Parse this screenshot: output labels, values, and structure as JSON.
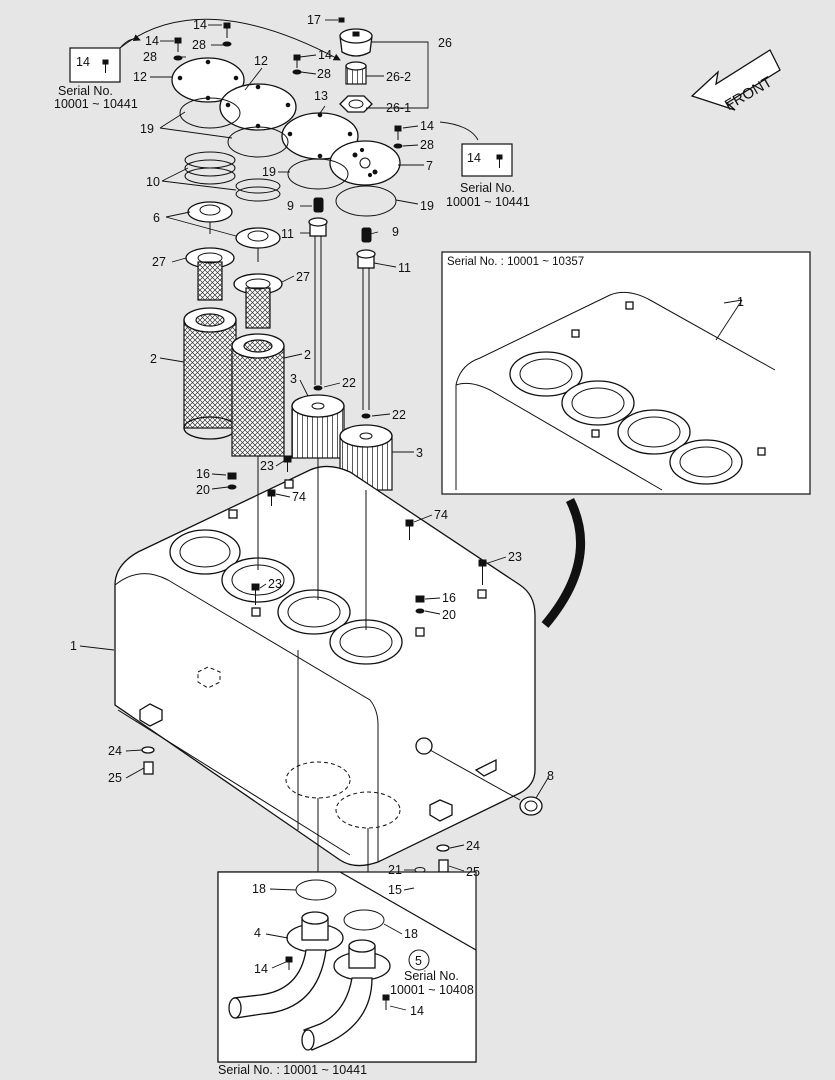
{
  "front_label": "FRONT",
  "serial_notes": {
    "top_left_box": "14",
    "top_left_line1": "Serial No.",
    "top_left_line2": "10001 ~ 10441",
    "top_right_box": "14",
    "top_right_line1": "Serial No.",
    "top_right_line2": "10001 ~ 10441",
    "inset_title": "Serial No. : 10001 ~ 10357",
    "bottom_title": "Serial No. : 10001 ~ 10441",
    "bottom_circle": "5",
    "bottom_line1": "Serial No.",
    "bottom_line2": "10001 ~ 10408"
  },
  "callouts": {
    "c14a": "14",
    "c14b": "14",
    "c28a": "28",
    "c12a": "12",
    "c12b": "12",
    "c14c": "14",
    "c28b": "28",
    "c17": "17",
    "c26": "26",
    "c26_2": "26-2",
    "c26_1": "26-1",
    "c13": "13",
    "c19a": "19",
    "c19b": "19",
    "c19c": "19",
    "c14d": "14",
    "c28c": "28",
    "c7": "7",
    "c10": "10",
    "c6": "6",
    "c9a": "9",
    "c9b": "9",
    "c11a": "11",
    "c11b": "11",
    "c27a": "27",
    "c27b": "27",
    "c2a": "2",
    "c2b": "2",
    "c3a": "3",
    "c3b": "3",
    "c22a": "22",
    "c22b": "22",
    "c16a": "16",
    "c20a": "20",
    "c23a": "23",
    "c74a": "74",
    "c74b": "74",
    "c23b": "23",
    "c23c": "23",
    "c16b": "16",
    "c20b": "20",
    "c1a": "1",
    "c1b": "1",
    "c24a": "24",
    "c25a": "25",
    "c8": "8",
    "c24b": "24",
    "c25b": "25",
    "c21": "21",
    "c15": "15",
    "c18a": "18",
    "c18b": "18",
    "c4": "4",
    "c14e": "14",
    "c14f": "14"
  }
}
